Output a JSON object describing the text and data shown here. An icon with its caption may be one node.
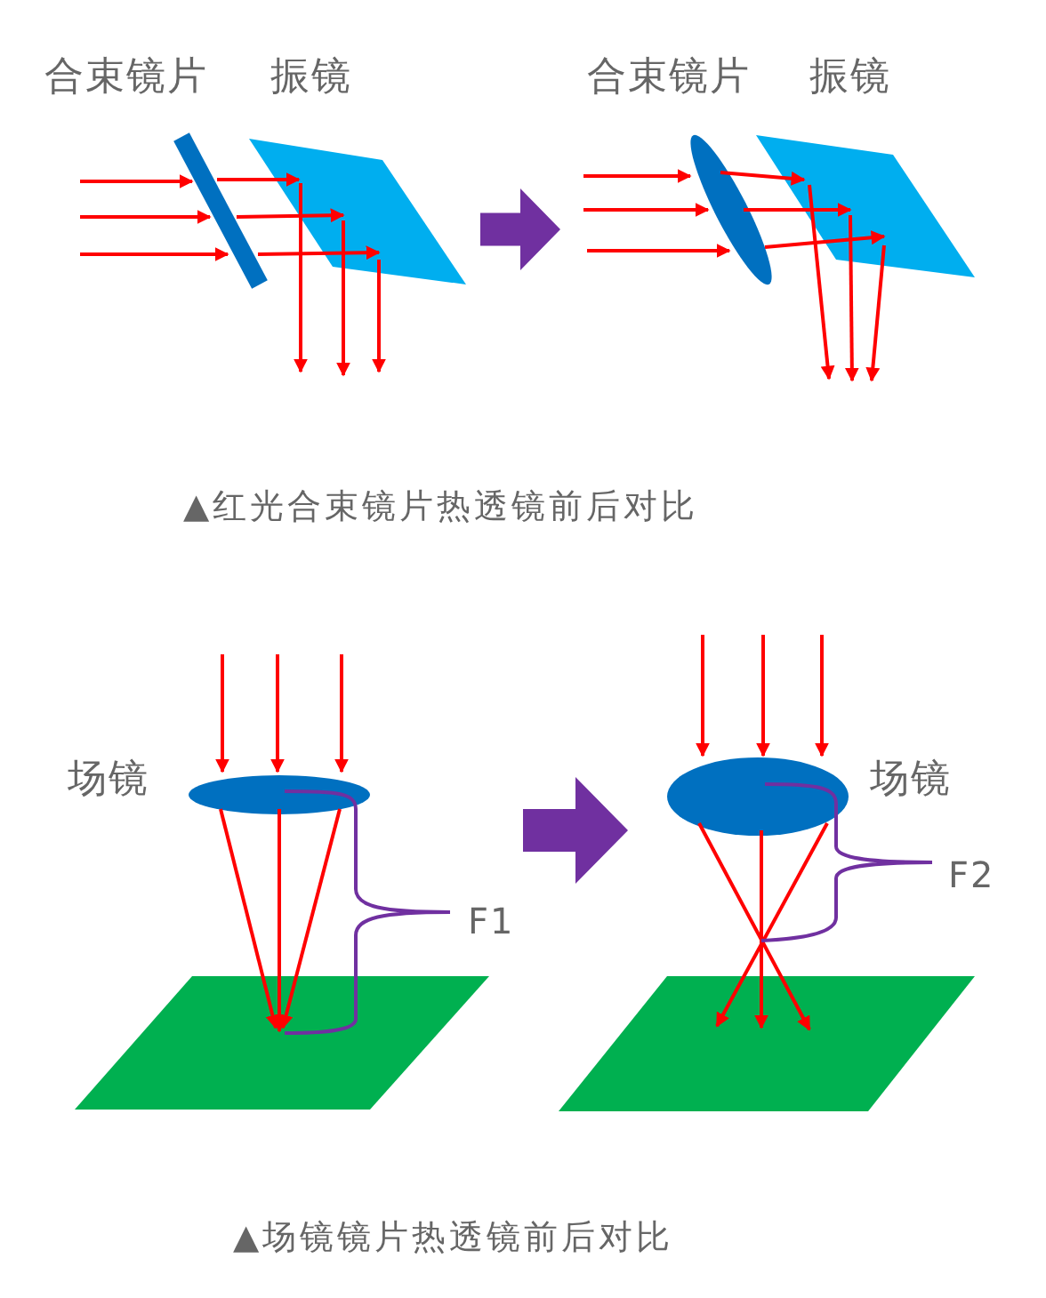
{
  "diagram": {
    "labels": [
      "合束镜片",
      "振镜",
      "合束镜片",
      "振镜",
      "▲红光合束镜片热透镜前后对比",
      "场镜",
      "F1",
      "场镜",
      "F2",
      "▲场镜镜片热透镜前后对比"
    ]
  }
}
